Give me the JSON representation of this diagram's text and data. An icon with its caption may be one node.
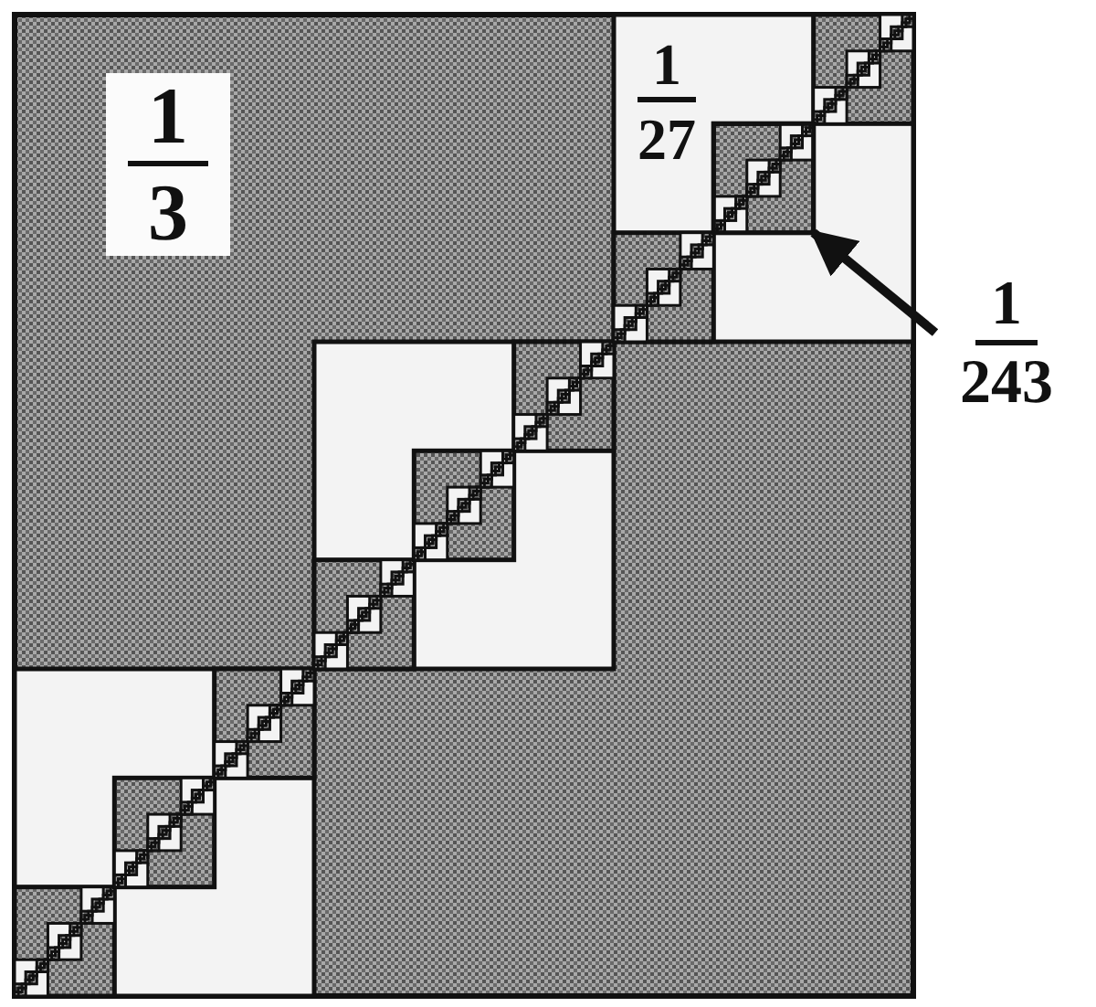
{
  "diagram": {
    "nodes": [
      {
        "text": [
          "1",
          "243"
        ]
      },
      {
        "text": [],
        "shape": "box"
      }
    ],
    "edges": [
      {
        "from": 0,
        "to": 1,
        "arrow": "to"
      }
    ],
    "labels": [
      "1",
      "3",
      "1",
      "27"
    ]
  }
}
